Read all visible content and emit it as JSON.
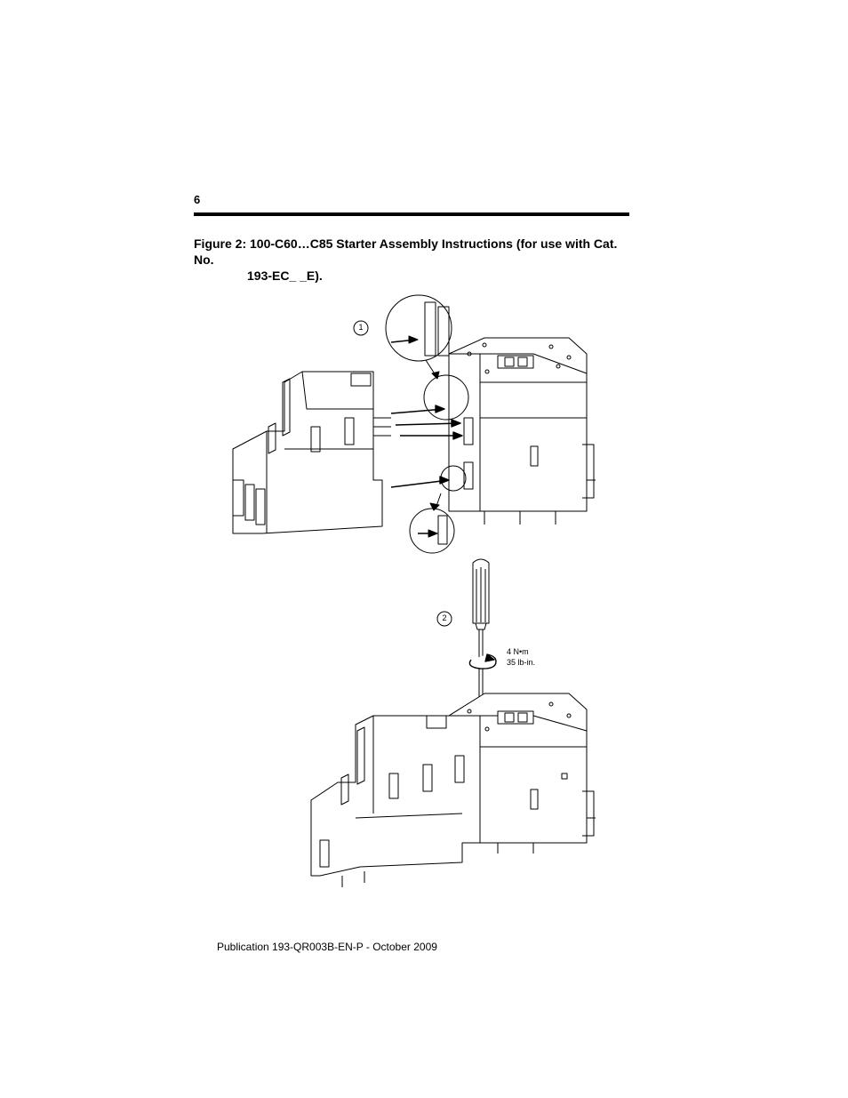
{
  "page": {
    "number": "6"
  },
  "figure": {
    "caption_line1": "Figure 2: 100-C60…C85 Starter Assembly Instructions (for use with Cat. No.",
    "caption_line2": "193-EC_ _E).",
    "step1": "1",
    "step2": "2",
    "torque_nm": "4 N•m",
    "torque_lbin": "35 lb-in."
  },
  "footer": {
    "publication": "Publication 193-QR003B-EN-P - October 2009"
  }
}
